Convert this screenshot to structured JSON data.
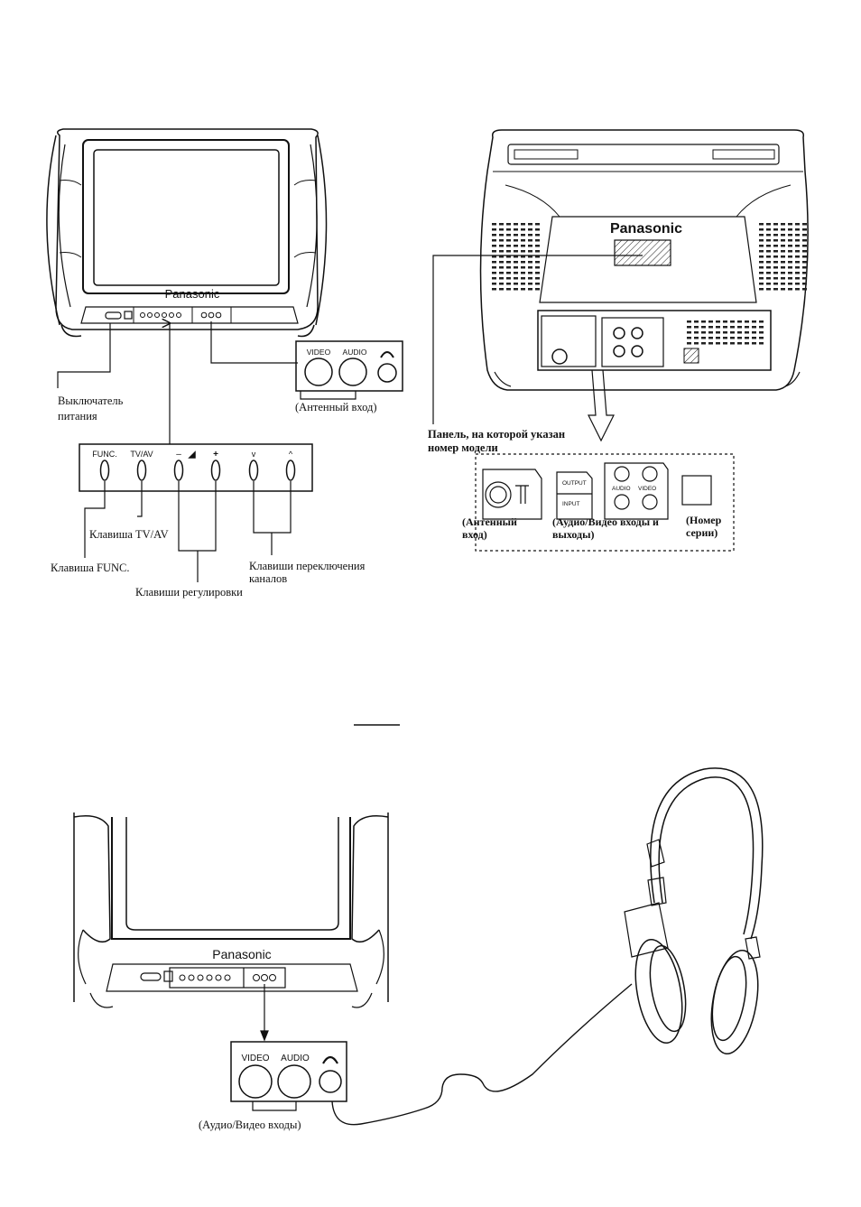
{
  "front_tv": {
    "brand": "Panasonic",
    "callouts": {
      "power_switch": [
        "Выключатель",
        "питания"
      ],
      "antenna_input": "(Антенный вход)",
      "tv_av_key": "Клавиша TV/AV",
      "func_key": "Клавиша FUNC.",
      "adjust_keys": "Клавиши регулировки",
      "channel_keys": [
        "Клавиши переключения",
        "каналов"
      ]
    },
    "av_panel": {
      "video": "VIDEO",
      "audio": "AUDIO"
    },
    "control_panel": [
      "FUNC.",
      "TV/AV",
      "–",
      "+",
      "v",
      "^"
    ]
  },
  "rear_tv": {
    "brand": "Panasonic",
    "model_panel_label": [
      "Панель, на которой указан",
      "номер модели"
    ],
    "detail": {
      "antenna": [
        "(Антенный",
        "вход)"
      ],
      "output": "OUTPUT",
      "input": "INPUT",
      "audio": "AUDIO",
      "video": "VIDEO",
      "av_io": [
        "(Аудио/Видео входы и",
        "выходы)"
      ],
      "serial": [
        "(Номер",
        "серии)"
      ]
    }
  },
  "headphone_section": {
    "brand": "Panasonic",
    "av_panel": {
      "video": "VIDEO",
      "audio": "AUDIO"
    },
    "av_inputs_label": "(Аудио/Видео входы)"
  }
}
